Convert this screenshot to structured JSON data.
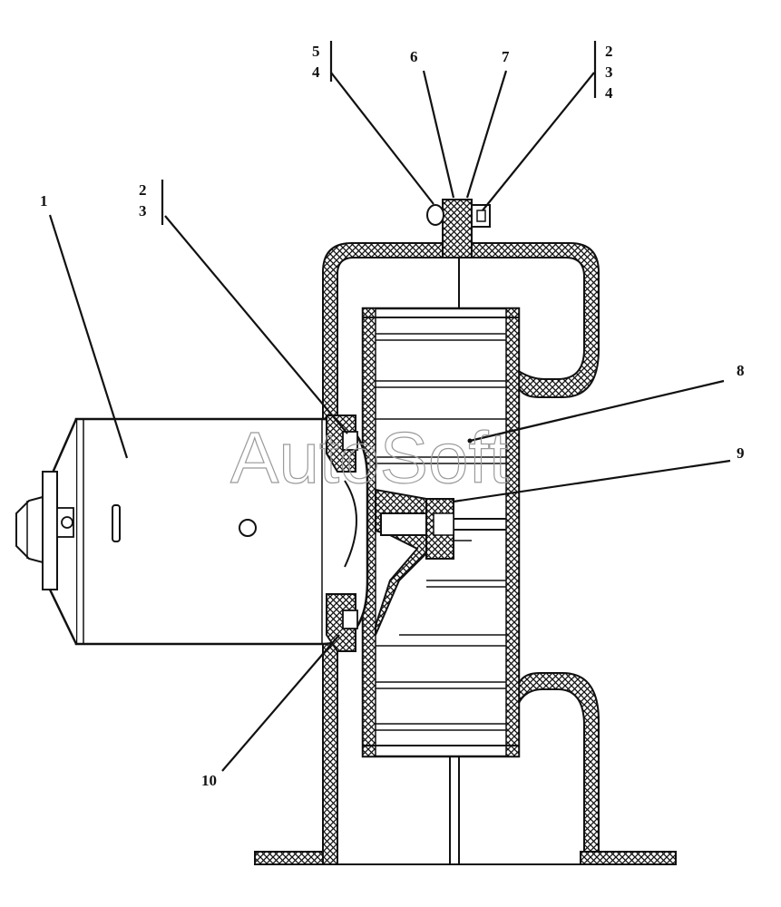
{
  "figure": {
    "callouts": {
      "c1": "1",
      "c2a": "2",
      "c3a": "3",
      "c5": "5",
      "c4a": "4",
      "c6": "6",
      "c7": "7",
      "c2b": "2",
      "c3b": "3",
      "c4b": "4",
      "c8": "8",
      "c9": "9",
      "c10": "10"
    },
    "watermark": "AutoSoft"
  },
  "colors": {
    "line": "#111111",
    "watermark": "#9a9a9a",
    "background": "#ffffff"
  }
}
